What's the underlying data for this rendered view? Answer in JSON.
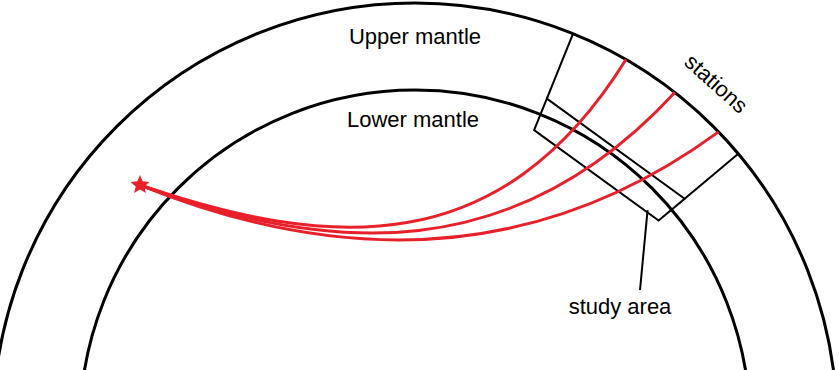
{
  "diagram": {
    "labels": [
      "Upper mantle",
      "Lower mantle",
      "stations",
      "study area"
    ]
  }
}
